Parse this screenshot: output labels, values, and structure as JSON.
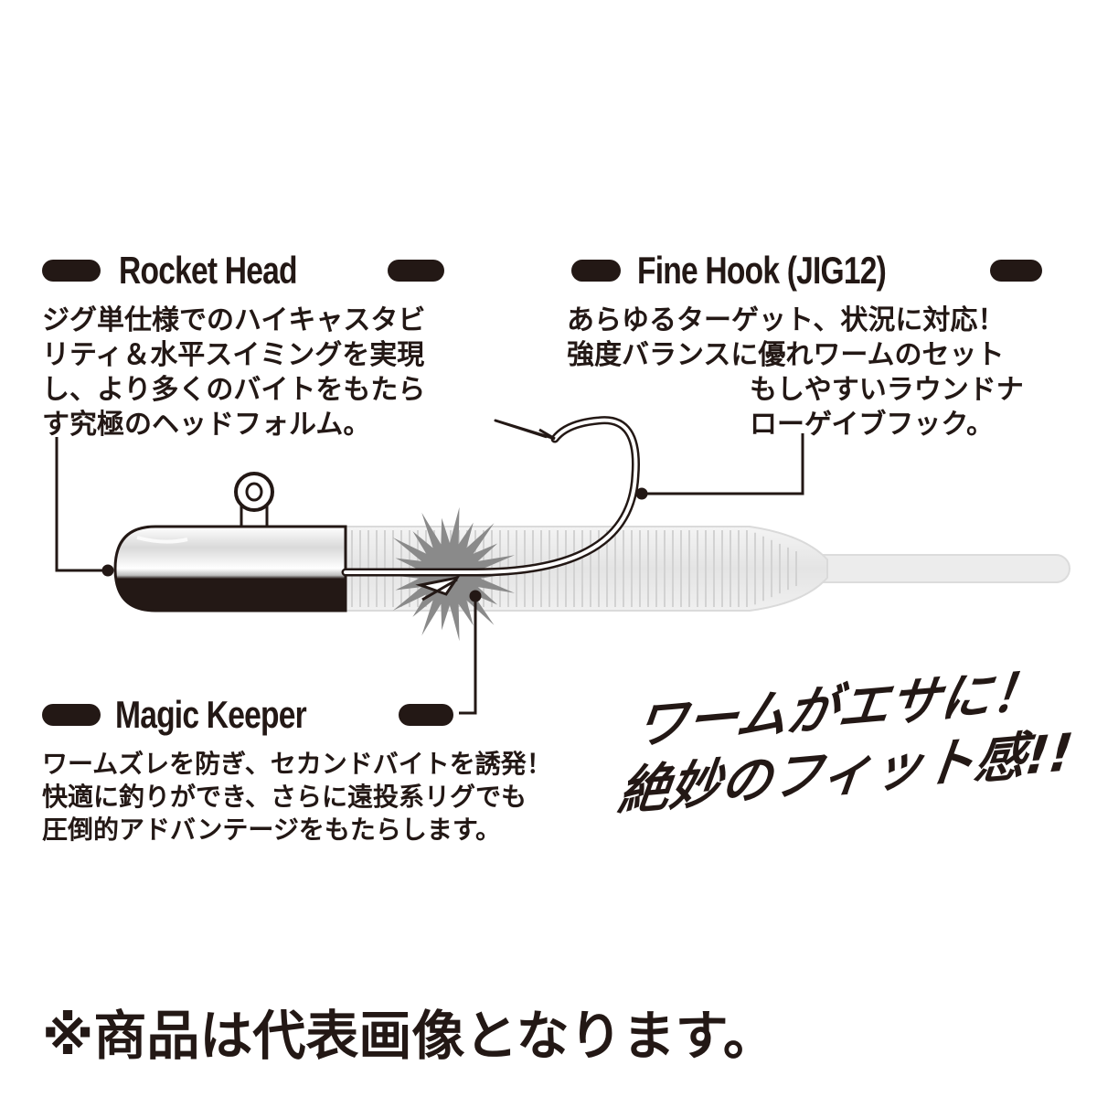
{
  "labels": {
    "rocket_head": {
      "title": "Rocket Head",
      "lines": [
        "ジグ単仕様でのハイキャスタビ",
        "リティ＆水平スイミングを実現",
        "し、より多くのバイトをもたら",
        "す究極のヘッドフォルム。"
      ]
    },
    "fine_hook": {
      "title": "Fine Hook (JIG12)",
      "lines": [
        "あらゆるターゲット、状況に対応！",
        "強度バランスに優れワームのセット",
        "もしやすいラウンドナ",
        "ローゲイブフック。"
      ]
    },
    "magic_keeper": {
      "title": "Magic Keeper",
      "lines": [
        "ワームズレを防ぎ、セカンドバイトを誘発！",
        "快適に釣りができ、さらに遠投系リグでも",
        "圧倒的アドバンテージをもたらします。"
      ]
    }
  },
  "catchphrase": {
    "line1": "ワームがエサに！",
    "line2": "絶妙のフィット感!!"
  },
  "notice": "※商品は代表画像となります。",
  "colors": {
    "ink": "#231815",
    "worm": "#e8e8e8",
    "worm_ridge": "#d2d2d2",
    "burst": "#8a8a8a"
  }
}
